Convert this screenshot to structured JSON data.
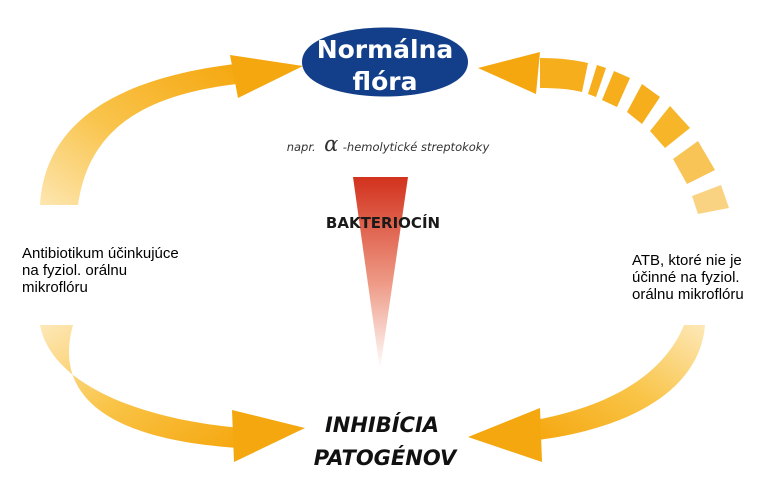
{
  "normal_flora": {
    "line1": "Normálna",
    "line2": "flóra"
  },
  "example": {
    "prefix": "napr.",
    "symbol": "α",
    "suffix": "-hemolytické streptokoky"
  },
  "bacteriocin": "BAKTERIOCÍN",
  "inhibition": {
    "line1": "INHIBÍCIA",
    "line2": "PATOGÉNOV"
  },
  "left_label": [
    "Antibiotikum účinkujúce",
    "na fyziol. orálnu",
    "mikroflóru"
  ],
  "right_label": [
    "ATB, ktoré nie je",
    "účinné na fyziol.",
    "orálnu mikroflóru"
  ],
  "colors": {
    "arrow_orange": "#f7b21f",
    "arrow_light": "#fcdfa0",
    "flora_blue": "#133f8a",
    "bacteriocin_red": "#d93a23"
  }
}
